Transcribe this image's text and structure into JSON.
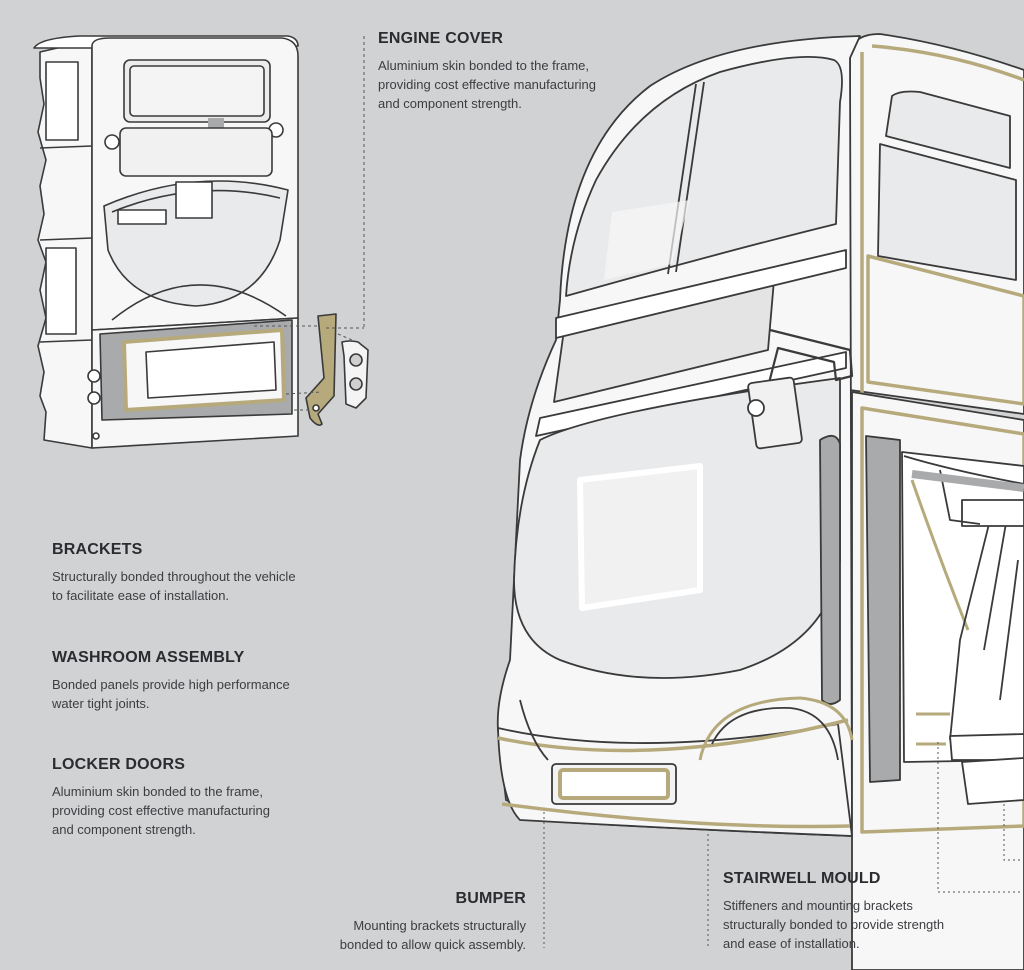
{
  "theme": {
    "background": "#d1d2d4",
    "outline": "#3a3a3a",
    "body_fill": "#f7f7f7",
    "glass_fill": "#e9eaeb",
    "panel_grey": "#a9aaac",
    "bond_line": "#b6aa7c",
    "leader_line": "#555555"
  },
  "callouts": {
    "engine_cover": {
      "title": "ENGINE COVER",
      "body": "Aluminium skin bonded to the frame,\nproviding cost effective manufacturing\nand component strength."
    },
    "brackets": {
      "title": "BRACKETS",
      "body": "Structurally bonded throughout the vehicle\nto facilitate ease of installation."
    },
    "washroom": {
      "title": "WASHROOM ASSEMBLY",
      "body": "Bonded panels provide high performance\nwater tight joints."
    },
    "locker_doors": {
      "title": "LOCKER DOORS",
      "body": "Aluminium skin bonded to the frame,\nproviding cost effective manufacturing\nand component strength."
    },
    "bumper": {
      "title": "BUMPER",
      "body": "Mounting brackets structurally\nbonded to allow quick assembly."
    },
    "stairwell": {
      "title": "STAIRWELL MOULD",
      "body": "Stiffeners and mounting brackets\nstructurally bonded to provide strength\nand ease of installation."
    }
  }
}
